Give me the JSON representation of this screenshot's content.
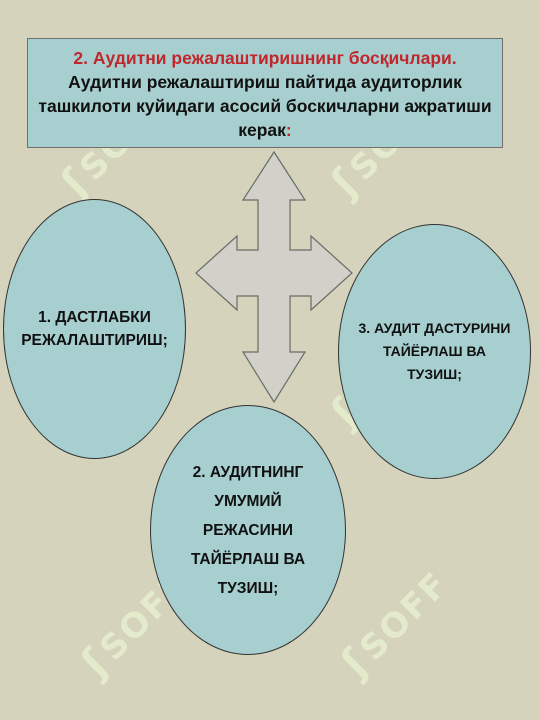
{
  "header": {
    "title": "2. Аудитни режалаштиришнинг босқичлари.",
    "body": "Аудитни режалаштириш пайтида аудиторлик ташкилоти куйидаги асосий боскичларни ажратиши керак",
    "colon": ":"
  },
  "steps": [
    {
      "label": "1. ДАСТЛАБКИ РЕЖАЛАШТИРИШ;"
    },
    {
      "label": "2. АУДИТНИНГ УМУМИЙ РЕЖАСИНИ ТАЙЁРЛАШ ВА ТУЗИШ;"
    },
    {
      "label": "3. АУДИТ ДАСТУРИНИ ТАЙЁРЛАШ ВА ТУЗИШ;"
    }
  ],
  "watermark": {
    "text": "SOFF"
  },
  "colors": {
    "background": "#d5d3bc",
    "shape_fill": "#a7cfcf",
    "arrow_fill": "#d1d1c9",
    "title_accent": "#c0262b"
  },
  "icons": [
    "four-way-arrow-icon",
    "soff-logo-watermark"
  ]
}
